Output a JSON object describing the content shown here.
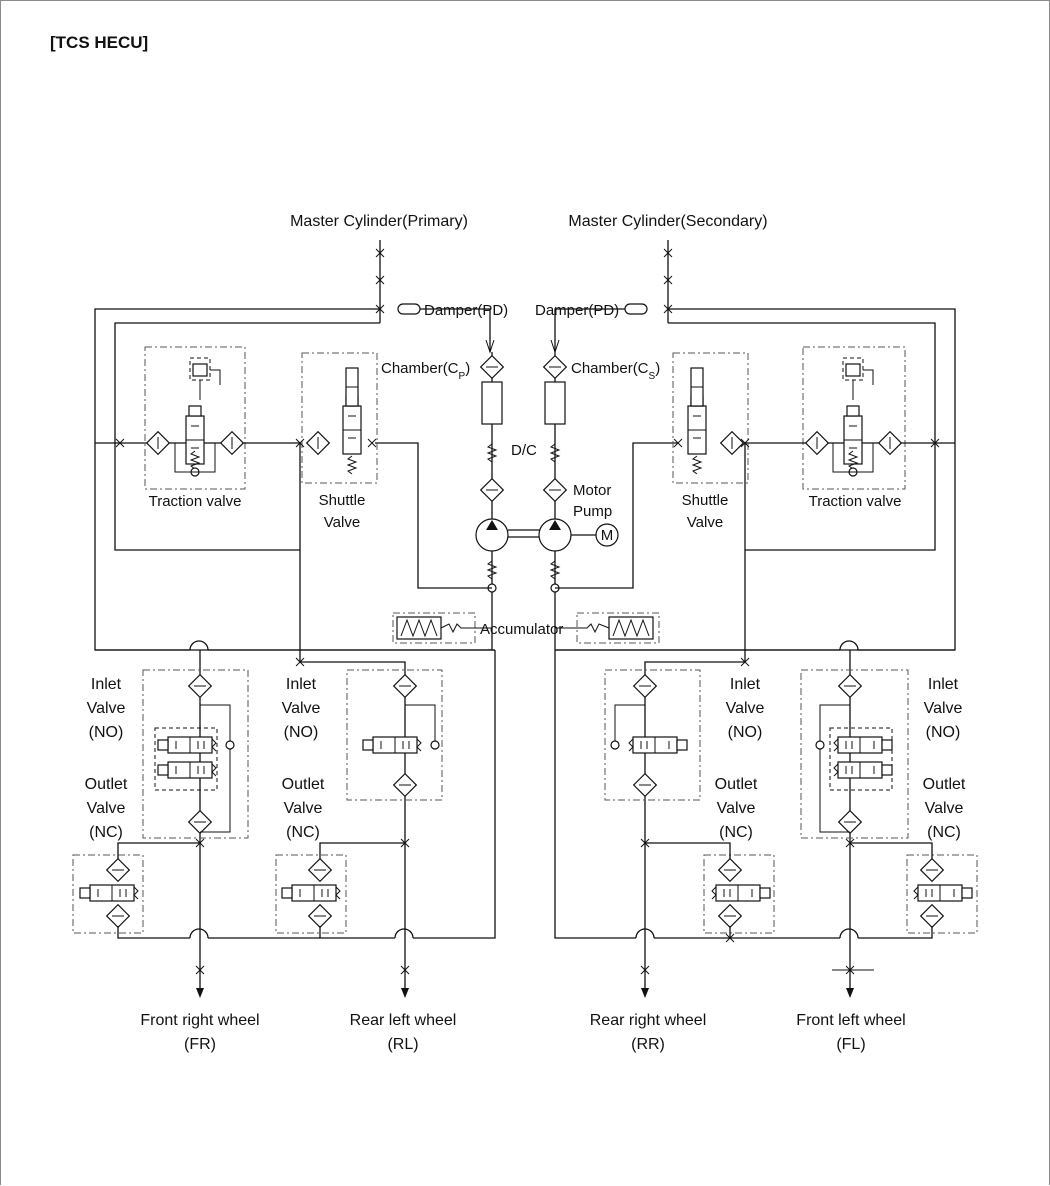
{
  "title": "[TCS HECU]",
  "labels": {
    "master_primary": "Master Cylinder(Primary)",
    "master_secondary": "Master Cylinder(Secondary)",
    "damper_left": "Damper(PD)",
    "damper_right": "Damper(PD)",
    "chamber_left_pre": "Chamber(C",
    "chamber_left_sub": "P",
    "chamber_right_pre": "Chamber(C",
    "chamber_right_sub": "S",
    "close_paren": ")",
    "dc": "D/C",
    "motor": "Motor",
    "pump": "Pump",
    "motor_symbol": "M",
    "accumulator": "Accumulator",
    "traction_left": "Traction valve",
    "traction_right": "Traction valve",
    "shuttle": "Shuttle",
    "valve": "Valve",
    "inlet": "Inlet",
    "outlet": "Outlet",
    "no": "(NO)",
    "nc": "(NC)"
  },
  "wheels": [
    {
      "name": "Front right wheel",
      "code": "(FR)"
    },
    {
      "name": "Rear left wheel",
      "code": "(RL)"
    },
    {
      "name": "Rear right wheel",
      "code": "(RR)"
    },
    {
      "name": "Front left wheel",
      "code": "(FL)"
    }
  ]
}
